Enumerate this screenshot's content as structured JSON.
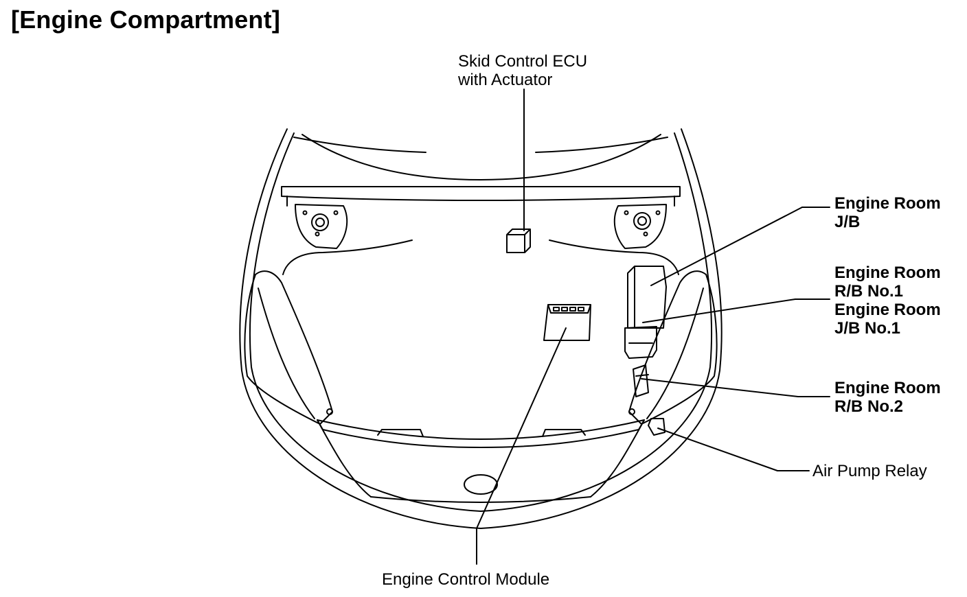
{
  "title": "[Engine Compartment]",
  "labels": {
    "skid_control": {
      "line1": "Skid Control ECU",
      "line2": "with Actuator"
    },
    "engine_room_jb": {
      "line1": "Engine Room",
      "line2": "J/B"
    },
    "engine_room_rb1_jb1": {
      "line1": "Engine Room",
      "line2": "R/B No.1",
      "line3": "Engine Room",
      "line4": "J/B No.1"
    },
    "engine_room_rb2": {
      "line1": "Engine Room",
      "line2": "R/B No.2"
    },
    "air_pump_relay": {
      "line1": "Air Pump Relay"
    },
    "engine_control_module": {
      "line1": "Engine Control Module"
    }
  }
}
